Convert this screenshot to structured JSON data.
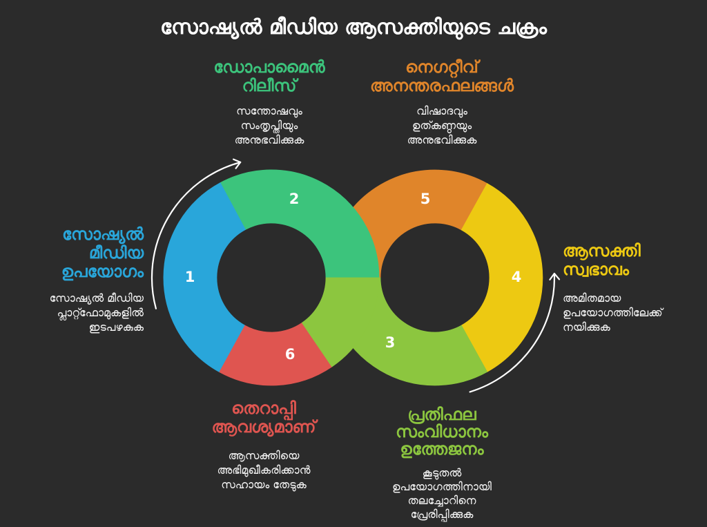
{
  "title": "സോഷ്യൽ മീഡിയ ആസക്തിയുടെ ചക്രം",
  "background_color": "#2b2b2b",
  "stages": [
    {
      "number": "1",
      "heading": [
        "സോഷ്യൽ",
        "മീഡിയ",
        "ഉപയോഗം"
      ],
      "description": [
        "സോഷ്യൽ മീഡിയ",
        "പ്ലാറ്റ്ഫോമുകളിൽ",
        "ഇടപഴകുക"
      ],
      "color": "#29a6da"
    },
    {
      "number": "2",
      "heading": [
        "ഡോപാമൈൻ",
        "റിലീസ്"
      ],
      "description": [
        "സന്തോഷവും",
        "സംതൃപ്തിയും",
        "അനുഭവിക്കുക"
      ],
      "color": "#3cc47c"
    },
    {
      "number": "3",
      "heading": [
        "പ്രതിഫല",
        "സംവിധാനം",
        "ഉത്തേജനം"
      ],
      "description": [
        "കൂടുതൽ",
        "ഉപയോഗത്തിനായി",
        "തലച്ചോറിനെ",
        "പ്രേരിപ്പിക്കുക"
      ],
      "color": "#8cc63f"
    },
    {
      "number": "4",
      "heading": [
        "ആസക്തി",
        "സ്വഭാവം"
      ],
      "description": [
        "അമിതമായ",
        "ഉപയോഗത്തിലേക്ക്",
        "നയിക്കുക"
      ],
      "color": "#edc912"
    },
    {
      "number": "5",
      "heading": [
        "നെഗറ്റീവ്",
        "അനന്തരഫലങ്ങൾ"
      ],
      "description": [
        "വിഷാദവും",
        "ഉത്കണ്ഠയും",
        "അനുഭവിക്കുക"
      ],
      "color": "#e0852a"
    },
    {
      "number": "6",
      "heading": [
        "തെറാപ്പി",
        "ആവശ്യമാണ്"
      ],
      "description": [
        "ആസക്തിയെ",
        "അഭിമുഖീകരിക്കാൻ",
        "സഹായം തേടുക"
      ],
      "color": "#df5550"
    }
  ]
}
